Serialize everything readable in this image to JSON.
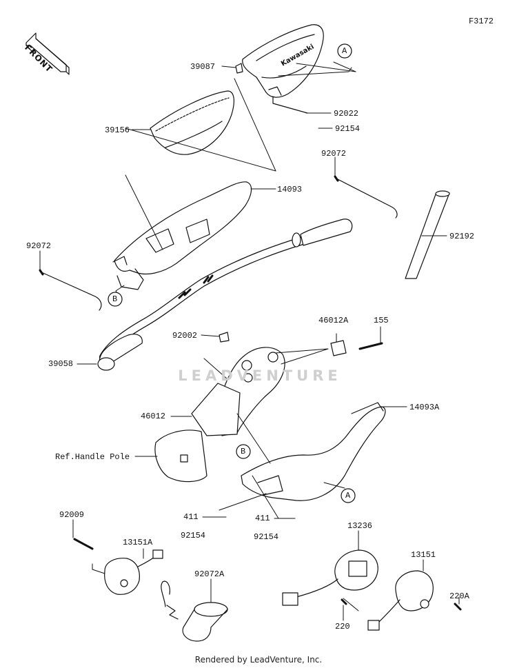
{
  "figure_id": "F3172",
  "front_label": "FRONT",
  "watermark": "LEADVENTURE",
  "footer": "Rendered by LeadVenture, Inc.",
  "callouts": {
    "a": "A",
    "b": "B"
  },
  "parts": {
    "p39087": "39087",
    "p92022": "92022",
    "p92154_top": "92154",
    "p39156": "39156",
    "p92072_right": "92072",
    "p14093": "14093",
    "p92072_left": "92072",
    "p92192": "92192",
    "p92002": "92002",
    "p46012A": "46012A",
    "p155": "155",
    "p39058": "39058",
    "p14093A": "14093A",
    "p46012": "46012",
    "ref_handle_pole": "Ref.Handle Pole",
    "p411_left": "411",
    "p411_right": "411",
    "p92154_left": "92154",
    "p92154_right": "92154",
    "p92009": "92009",
    "p13151A": "13151A",
    "p13236": "13236",
    "p13151": "13151",
    "p92072A": "92072A",
    "p220A": "220A",
    "p220": "220"
  },
  "colors": {
    "line": "#111111",
    "watermark": "#cfcfcf"
  }
}
